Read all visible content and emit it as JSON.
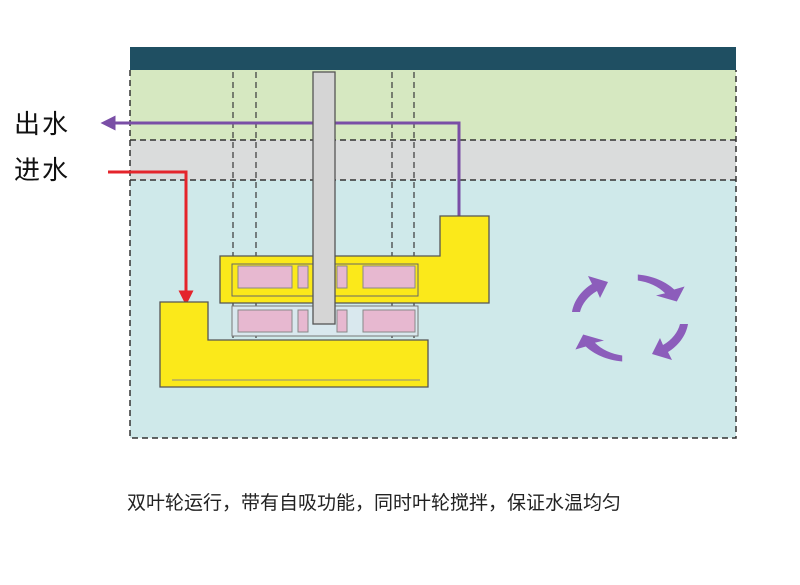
{
  "labels": {
    "outlet": "出水",
    "inlet": "进水"
  },
  "caption": "双叶轮运行，带有自吸功能，同时叶轮搅拌，保证水温均匀",
  "colors": {
    "lid": "#1f4f62",
    "top_layer": "#d6e8c1",
    "middle_layer": "#dadcdc",
    "water": "#cfe9ea",
    "pump_body": "#fbe91a",
    "impeller_blade": "#e7b8d0",
    "shaft": "#d5d5d5",
    "outlet_pipe": "#7a4ea6",
    "inlet_pipe": "#e4242b",
    "circulation_arrows": "#8c5dbb"
  },
  "icons": {
    "circulation": "circular-arrows-icon",
    "outlet_arrow": "arrow-left-icon",
    "inlet_arrow": "arrow-down-icon"
  }
}
